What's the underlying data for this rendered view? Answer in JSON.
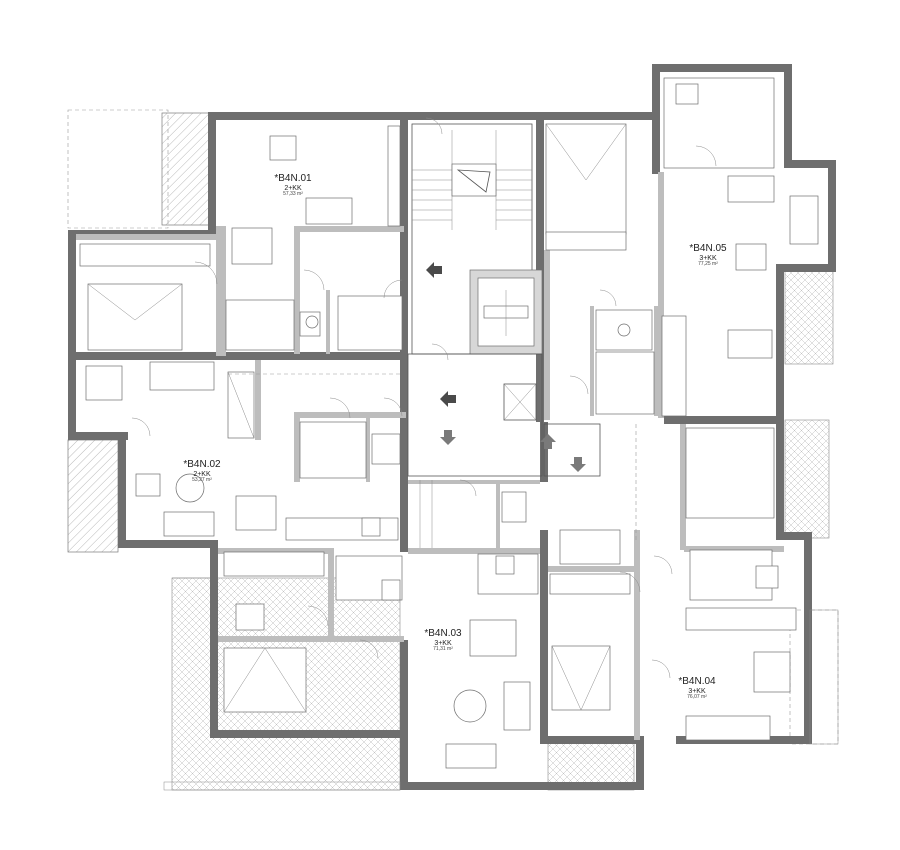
{
  "apartments": [
    {
      "id": "apt-01",
      "name": "*B4N.01",
      "type": "2+KK",
      "area": "57,33 m²"
    },
    {
      "id": "apt-02",
      "name": "*B4N.02",
      "type": "2+KK",
      "area": "53,27 m²"
    },
    {
      "id": "apt-03",
      "name": "*B4N.03",
      "type": "3+KK",
      "area": "71,31 m²"
    },
    {
      "id": "apt-04",
      "name": "*B4N.04",
      "type": "3+KK",
      "area": "76,07 m²"
    },
    {
      "id": "apt-05",
      "name": "*B4N.05",
      "type": "3+KK",
      "area": "77,25 m²"
    }
  ],
  "colors": {
    "wall": "#6e6e6e",
    "arrow": "#4a4a4a",
    "paper": "#ffffff"
  },
  "icons": [
    "stair-arrow-icon",
    "bed-icon",
    "bathtub-icon",
    "toilet-icon",
    "sink-icon",
    "stove-icon",
    "table-icon",
    "sofa-icon",
    "elevator-icon"
  ]
}
